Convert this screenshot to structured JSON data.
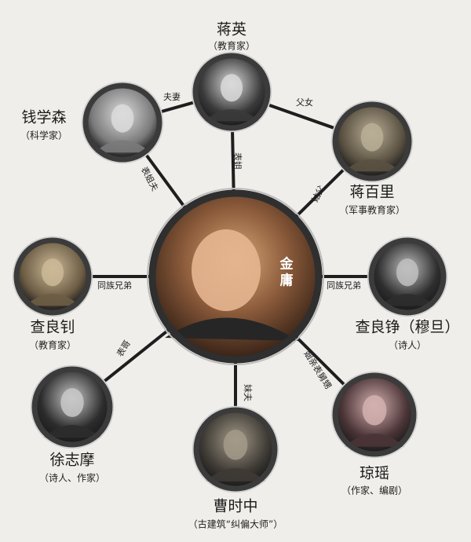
{
  "center": {
    "id": "jinyong",
    "name_chars": [
      "金",
      "庸"
    ]
  },
  "people": [
    {
      "id": "jiangying",
      "name": "蒋英",
      "role": "（教育家）",
      "tone": [
        "#3a3a3a",
        "#d9d9d9"
      ]
    },
    {
      "id": "qianxuesen",
      "name": "钱学森",
      "role": "（科学家）",
      "tone": [
        "#7a7a7a",
        "#dcdcdc"
      ]
    },
    {
      "id": "jiangbaili",
      "name": "蒋百里",
      "role": "（军事教育家）",
      "tone": [
        "#5a5142",
        "#b9ae95"
      ]
    },
    {
      "id": "zhaliangzhao",
      "name": "查良钊",
      "role": "（教育家）",
      "tone": [
        "#6d5d45",
        "#cbb996"
      ]
    },
    {
      "id": "zhaliangzheng",
      "name": "查良铮（穆旦）",
      "role": "（诗人）",
      "tone": [
        "#2e2e2e",
        "#bfbfbf"
      ]
    },
    {
      "id": "xuzhimo",
      "name": "徐志摩",
      "role": "（诗人、作家）",
      "tone": [
        "#2c2c2c",
        "#c8c8c8"
      ]
    },
    {
      "id": "caoshizhong",
      "name": "曹时中",
      "role": "（古建筑“纠偏大师”）",
      "tone": [
        "#3e3a34",
        "#a39a8a"
      ]
    },
    {
      "id": "qiongyao",
      "name": "琼瑶",
      "role": "（作家、编剧）",
      "tone": [
        "#4a3436",
        "#d4b0b0"
      ]
    }
  ],
  "relations": [
    {
      "from": "qianxuesen",
      "to": "jiangying",
      "label": "夫妻"
    },
    {
      "from": "jiangying",
      "to": "jiangbaili",
      "label": "父女"
    },
    {
      "from": "qianxuesen",
      "to": "jinyong",
      "label": "表姐夫"
    },
    {
      "from": "jiangying",
      "to": "jinyong",
      "label": "表姐"
    },
    {
      "from": "jiangbaili",
      "to": "jinyong",
      "label": "姑父"
    },
    {
      "from": "zhaliangzhao",
      "to": "jinyong",
      "label": "同族兄弟"
    },
    {
      "from": "zhaliangzheng",
      "to": "jinyong",
      "label": "同族兄弟"
    },
    {
      "from": "xuzhimo",
      "to": "jinyong",
      "label": "表哥"
    },
    {
      "from": "caoshizhong",
      "to": "jinyong",
      "label": "妹夫"
    },
    {
      "from": "qiongyao",
      "to": "jinyong",
      "label": "姻亲表舅甥"
    }
  ]
}
